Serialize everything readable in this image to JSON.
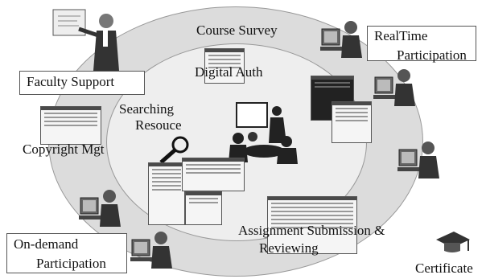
{
  "labels": {
    "course_survey": "Course Survey",
    "digital_auth": "Digital Auth",
    "faculty_support": "Faculty Support",
    "searching_resource_line1": "Searching",
    "searching_resource_line2": "Resouce",
    "copyright_mgt": "Copyright Mgt",
    "realtime_line1": "RealTime",
    "realtime_line2": "Participation",
    "on_demand_line1": "On-demand",
    "on_demand_line2": "Participation",
    "assignment_line1": "Assignment  Submission &",
    "assignment_line2": "Reviewing",
    "certificate": "Certificate"
  },
  "icons": [
    "teacher-at-board-icon",
    "student-at-computer-icon",
    "classroom-presentation-icon",
    "magnifying-glass-icon",
    "graduation-cap-icon",
    "screenshot-thumbnail-icon"
  ]
}
